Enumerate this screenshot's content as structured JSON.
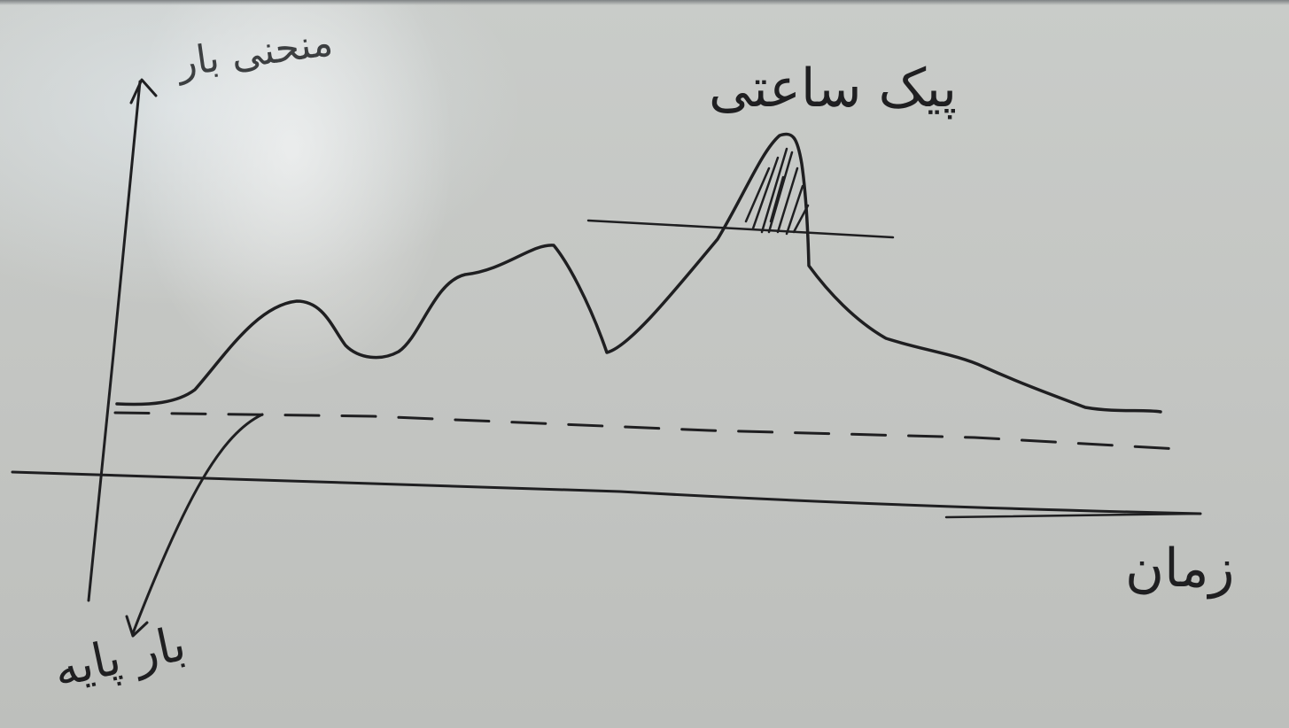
{
  "labels": {
    "y_axis": "منحنی بار",
    "x_axis": "زمان",
    "peak": "پیک ساعتی",
    "base": "بار پایه"
  },
  "colors": {
    "ink": "#1f1f21",
    "board": "#c6c8c5",
    "glare": "#e6ecef"
  }
}
